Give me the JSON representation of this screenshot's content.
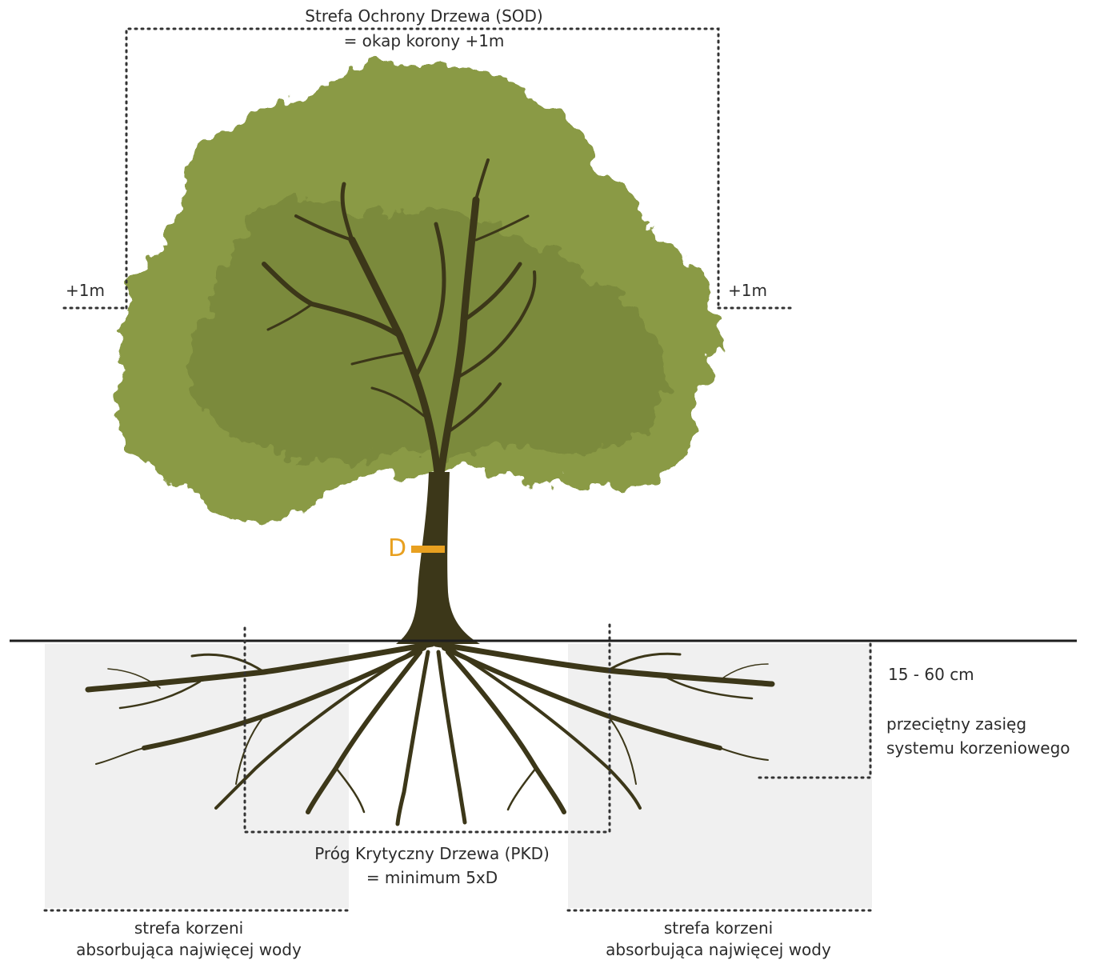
{
  "colors": {
    "canopy": "#8a9a45",
    "canopy_dark": "#6f7d34",
    "wood": "#3c3719",
    "accent": "#e8a020",
    "zone_fill": "#f0f0f0",
    "dotted": "#333333",
    "ground": "#1e1e1e"
  },
  "labels": {
    "sod_title": "Strefa Ochrony Drzewa (SOD)",
    "sod_formula": "= okap korony +1m",
    "margin_left": "+1m",
    "margin_right": "+1m",
    "diameter": "D",
    "depth_range": "15 - 60 cm",
    "depth_desc_1": "przeciętny zasięg",
    "depth_desc_2": "systemu korzeniowego",
    "pkd_title": "Próg Krytyczny Drzewa (PKD)",
    "pkd_formula": "= minimum 5xD",
    "zone_left_1": "strefa korzeni",
    "zone_left_2": "absorbująca najwięcej wody",
    "zone_right_1": "strefa korzeni",
    "zone_right_2": "absorbująca najwięcej wody"
  },
  "icons": {
    "tree": "tree-illustration"
  }
}
